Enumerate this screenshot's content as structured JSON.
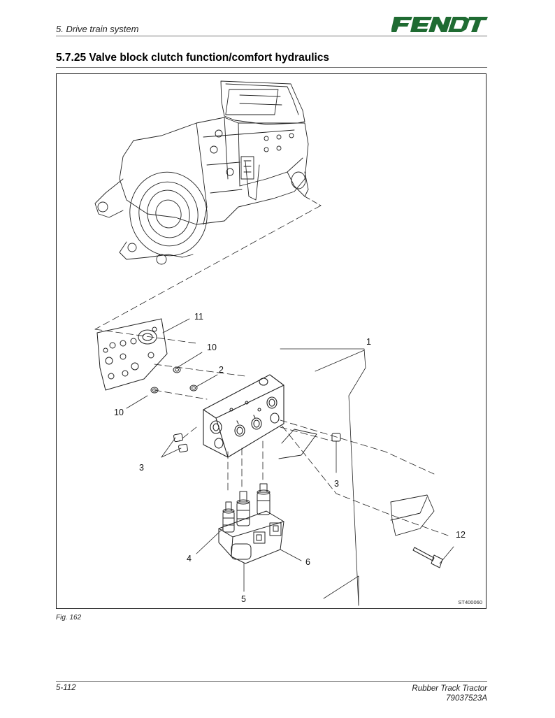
{
  "header": {
    "section": "5. Drive train system",
    "logo": "FENDT"
  },
  "colors": {
    "brand": "#1f6b32",
    "line": "#222222"
  },
  "title": "5.7.25  Valve block clutch function/comfort hydraulics",
  "figure": {
    "code": "ST400060",
    "callouts": [
      "11",
      "10",
      "2",
      "1",
      "10",
      "3",
      "3",
      "12",
      "4",
      "6",
      "5"
    ]
  },
  "caption": "Fig. 162",
  "footer": {
    "page": "5-112",
    "product": "Rubber Track Tractor",
    "doc_no": "79037523A"
  }
}
